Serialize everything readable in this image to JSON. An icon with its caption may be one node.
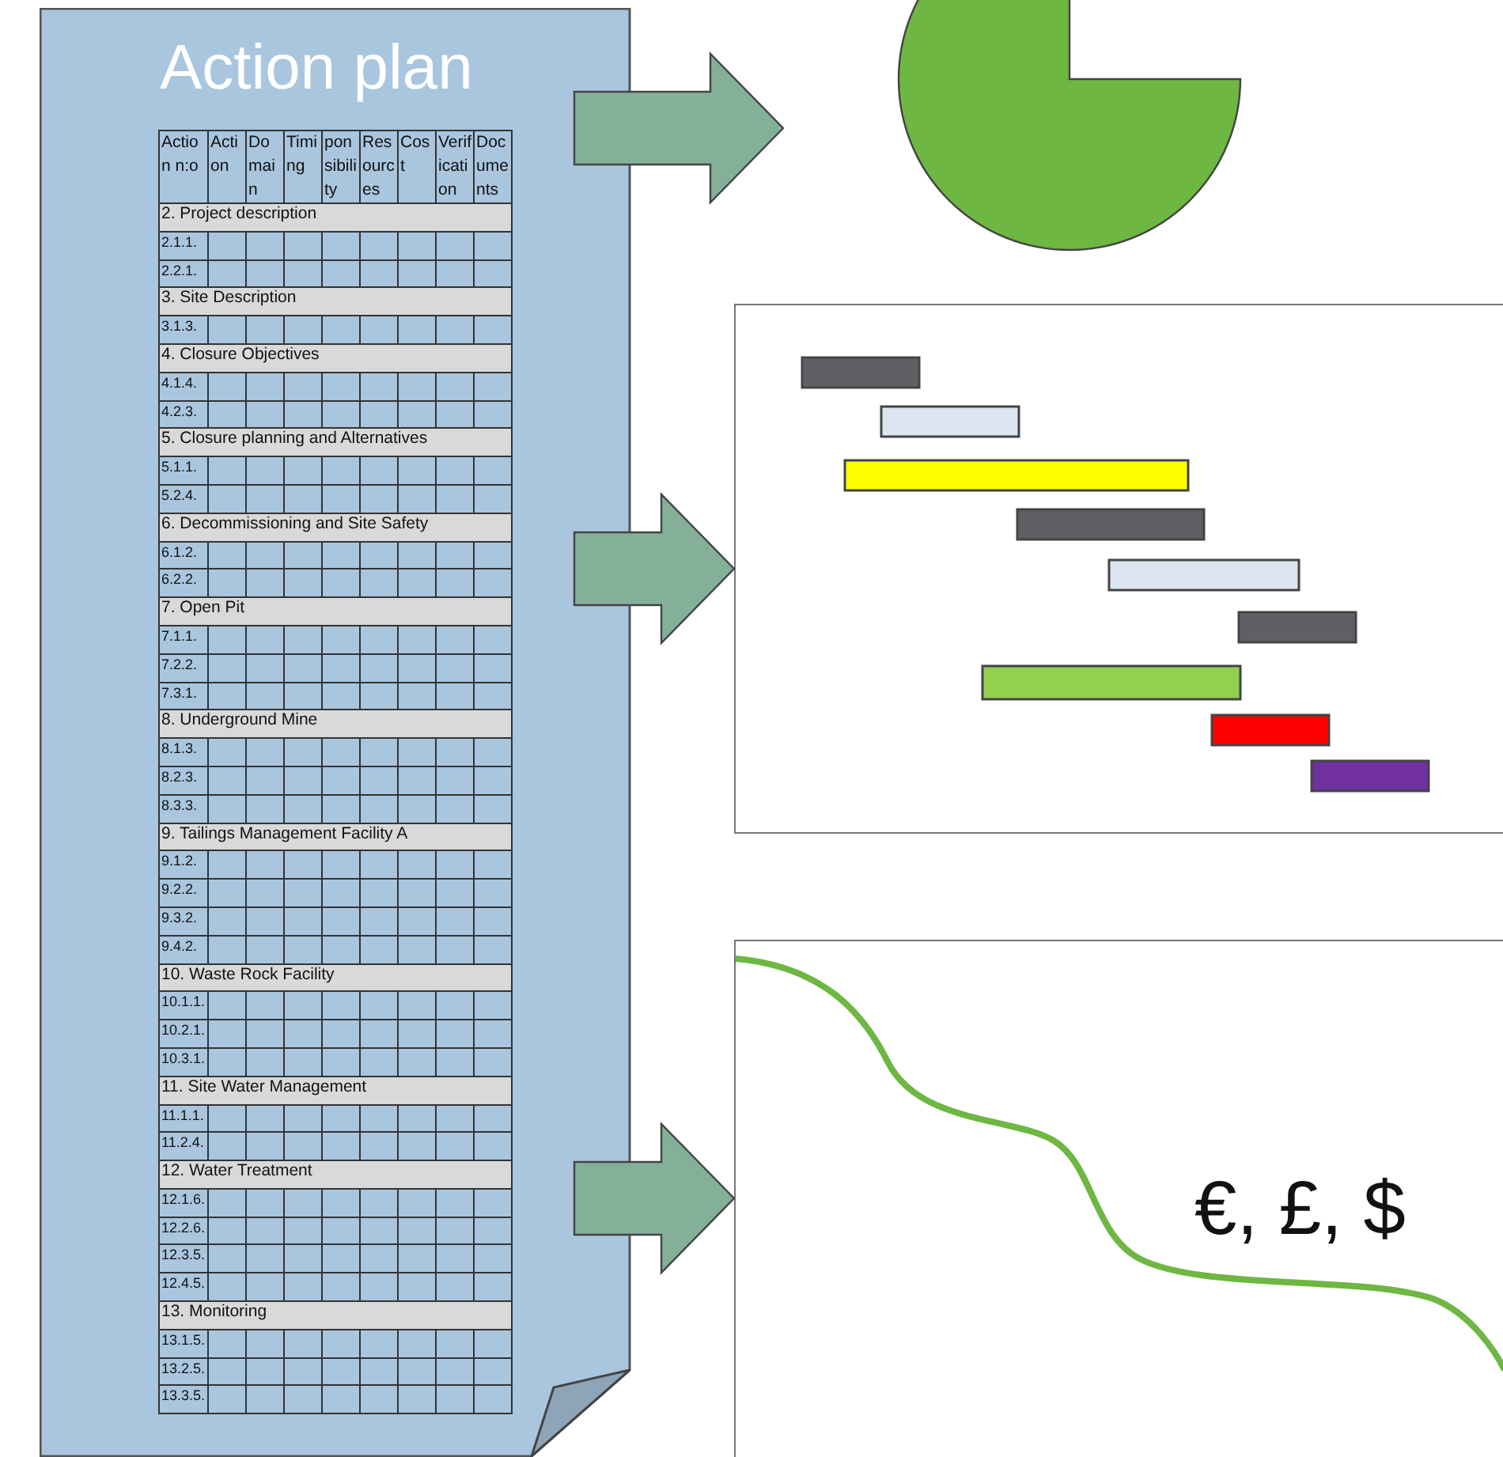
{
  "diagram": {
    "nodes": [
      {
        "text": [
          "Action plan"
        ]
      },
      {
        "text": [],
        "shape": "circle"
      },
      {
        "text": [],
        "shape": "box"
      },
      {
        "text": [
          "€, £, $"
        ]
      }
    ],
    "edges": [
      {
        "from": 0,
        "to": 1,
        "arrow": "to"
      },
      {
        "from": 0,
        "to": 2,
        "arrow": "to"
      },
      {
        "from": 0,
        "to": 3,
        "arrow": "to"
      }
    ],
    "labels": [
      "Action n:o",
      "Action",
      "Domain",
      "Timing",
      "ponsibility",
      "Resources",
      "Cost",
      "Verification",
      "Documents",
      "2. Project description",
      "2.1.1.",
      "2.2.1.",
      "3. Site Description",
      "3.1.3.",
      "4. Closure Objectives",
      "4.1.4.",
      "4.2.3.",
      "5. Closure planning and Alternatives",
      "5.1.1.",
      "5.2.4.",
      "6. Decommissioning and Site Safety",
      "6.1.2.",
      "6.2.2.",
      "7. Open Pit",
      "7.1.1.",
      "7.2.2.",
      "7.3.1.",
      "8. Underground Mine",
      "8.1.3.",
      "8.2.3.",
      "8.3.3.",
      "9. Tailings Management Facility A",
      "9.1.2.",
      "9.2.2.",
      "9.3.2.",
      "9.4.2.",
      "10. Waste Rock Facility",
      "10.1.1.",
      "10.2.1.",
      "10.3.1.",
      "11. Site Water Management",
      "11.1.1.",
      "11.2.4.",
      "12. Water Treatment",
      "12.1.6.",
      "12.2.6.",
      "12.3.5.",
      "12.4.5.",
      "13. Monitoring",
      "13.1.5.",
      "13.2.5.",
      "13.3.5."
    ]
  }
}
